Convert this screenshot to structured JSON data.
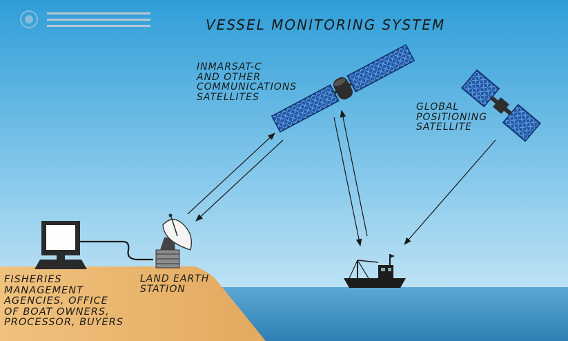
{
  "diagram": {
    "title": "VESSEL MONITORING SYSTEM",
    "comm_satellite_label": [
      "INMARSAT-C",
      "AND OTHER",
      "COMMUNICATIONS",
      "SATELLITES"
    ],
    "gps_satellite_label": [
      "GLOBAL",
      "POSITIONING",
      "SATELLITE"
    ],
    "land_earth_station_label": [
      "LAND EARTH",
      "STATION"
    ],
    "fisheries_label": [
      "FISHERIES",
      "MANAGEMENT",
      "AGENCIES, OFFICE",
      "OF BOAT OWNERS,",
      "PROCESSOR, BUYERS"
    ]
  },
  "colors": {
    "sky_top": "#2f9ed8",
    "sky_bottom": "#d8eef9",
    "sea": "#3c8fc0",
    "land": "#e9b56f",
    "solar_panel": "#2a5fb0",
    "boat": "#1d1d1d"
  }
}
